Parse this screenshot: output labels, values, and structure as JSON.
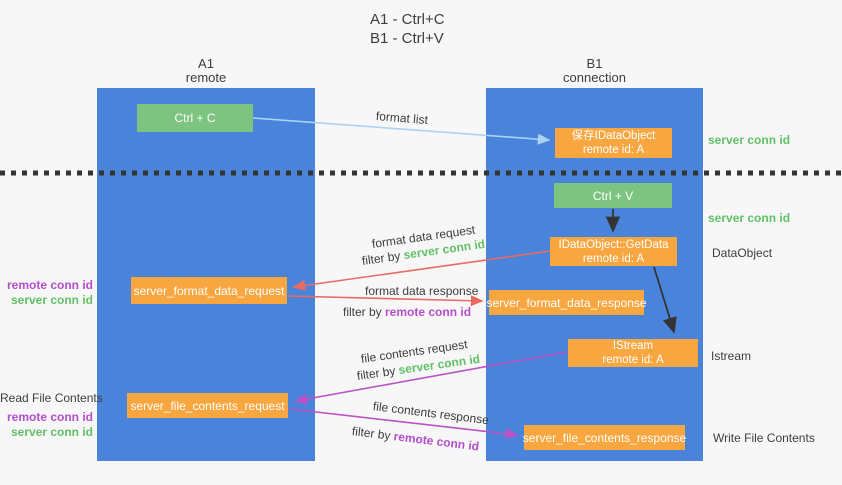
{
  "title": {
    "line1": "A1 - Ctrl+C",
    "line2": "B1 - Ctrl+V"
  },
  "columns": {
    "a1": {
      "name": "A1",
      "subtitle": "remote"
    },
    "b1": {
      "name": "B1",
      "subtitle": "connection"
    }
  },
  "boxes": {
    "ctrl_c": "Ctrl + C",
    "ctrl_v": "Ctrl + V",
    "save_dataobject": {
      "line1": "保存IDataObject",
      "line2": "remote id: A"
    },
    "getdata": {
      "line1": "IDataObject::GetData",
      "line2": "remote id: A"
    },
    "istream": {
      "line1": "IStream",
      "line2": "remote id: A"
    },
    "format_request": "server_format_data_request",
    "format_response": "server_format_data_response",
    "file_request": "server_file_contents_request",
    "file_response": "server_file_contents_response"
  },
  "flow_labels": {
    "format_list": "format list",
    "format_data_request": "format data request",
    "format_data_response": "format data response",
    "file_contents_request": "file contents request",
    "file_contents_response": "file contents response",
    "filter_by": "filter by ",
    "server_conn_id": "server conn id",
    "remote_conn_id": "remote conn id"
  },
  "side_labels": {
    "right_server_conn_top": "server conn id",
    "right_server_conn_mid": "server conn id",
    "dataobject": "DataObject",
    "istream": "Istream",
    "write_file_contents": "Write File Contents",
    "left_remote_conn_mid": "remote conn id",
    "left_server_conn_mid": "server conn id",
    "read_file_contents": "Read File Contents",
    "left_remote_conn_bottom": "remote conn id",
    "left_server_conn_bottom": "server conn id"
  },
  "colors": {
    "panel_blue": "#4a84da",
    "box_green": "#7cc47f",
    "box_orange": "#f7a640",
    "arrow_red": "#e96a62",
    "arrow_purple": "#bb53c6",
    "arrow_light_blue": "#a9d3f5",
    "arrow_black": "#333333",
    "text_green": "#62c066",
    "text_purple": "#b44ecb",
    "text_dark": "#3d3d3d",
    "background": "#f7f7f8"
  }
}
